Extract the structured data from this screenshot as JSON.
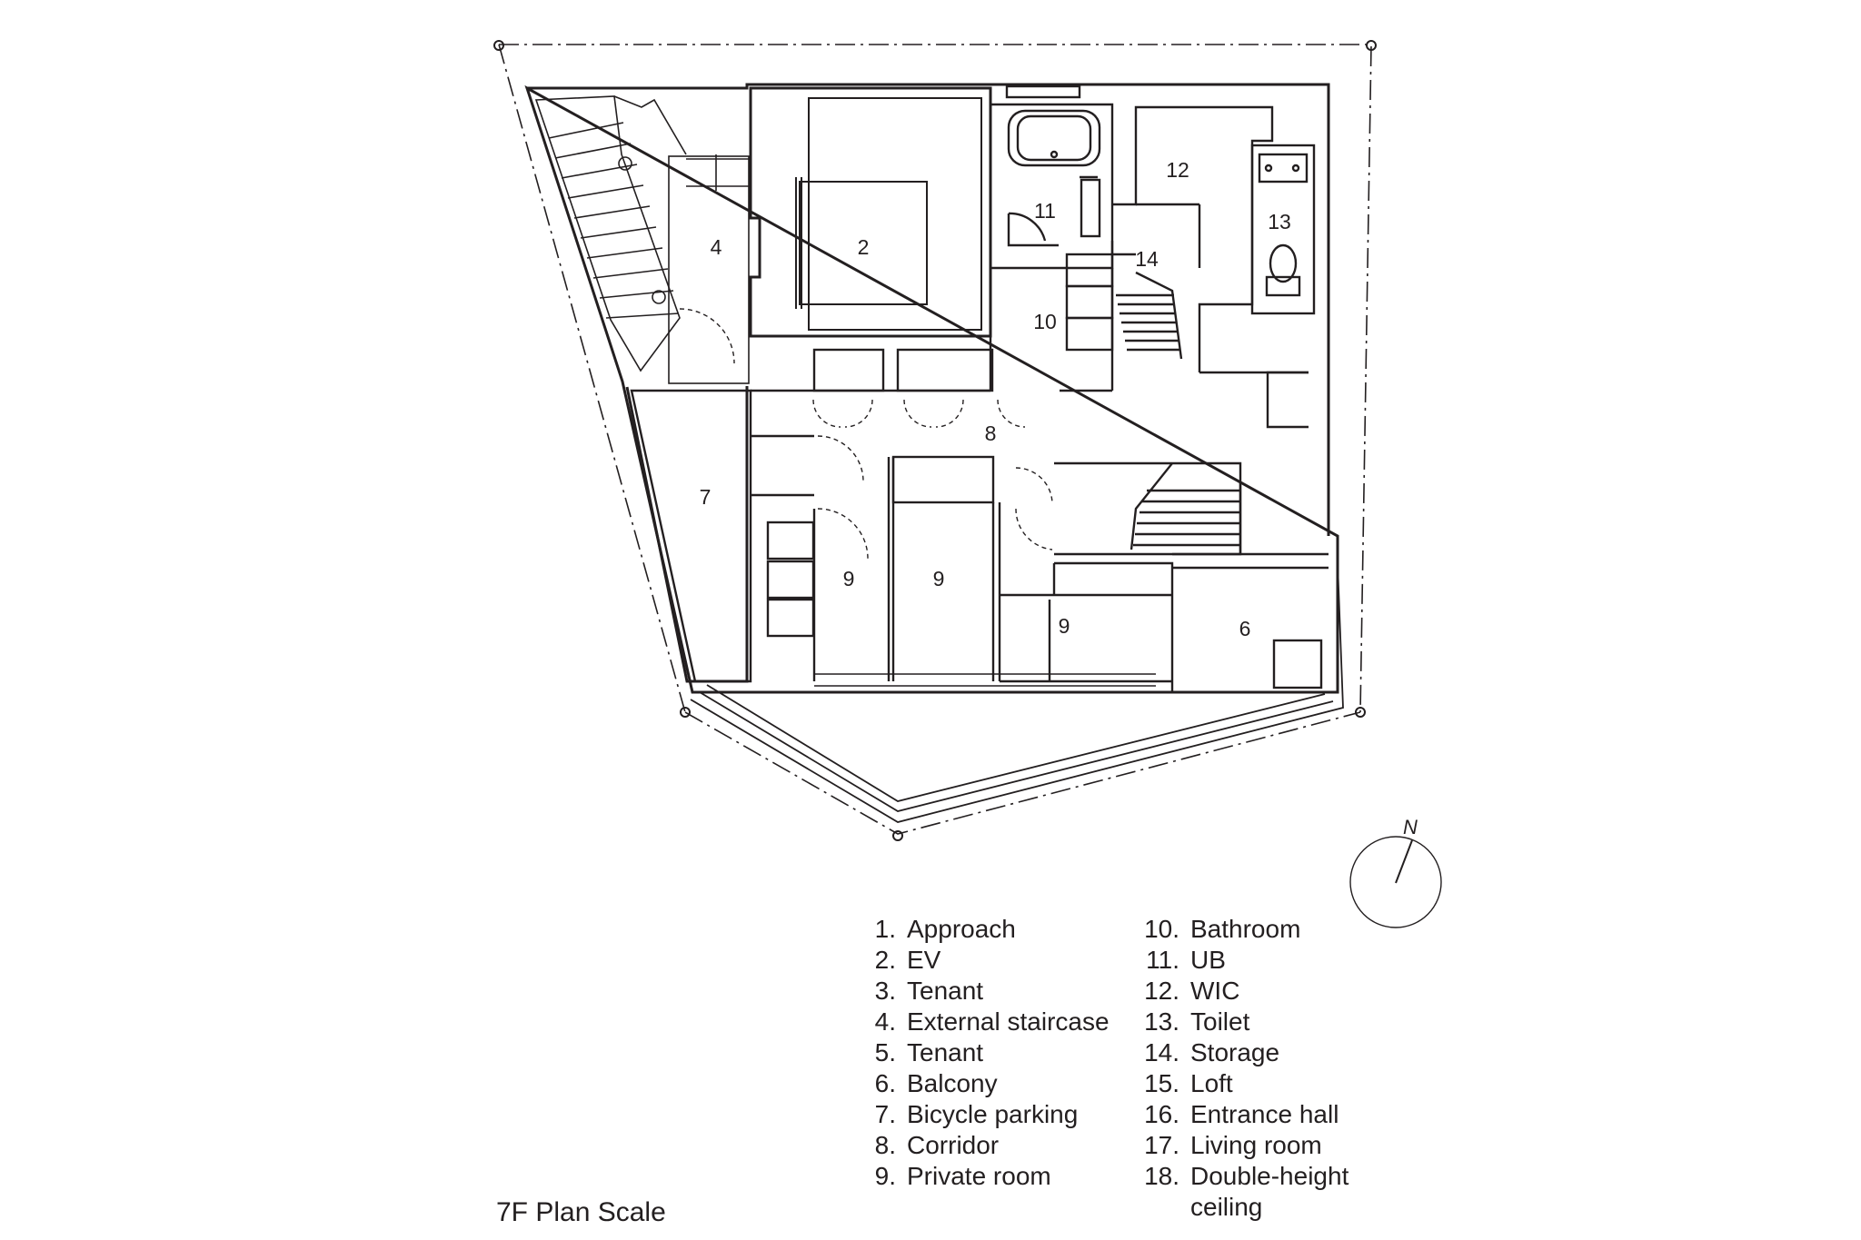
{
  "rooms": {
    "r2": "2",
    "r4": "4",
    "r6": "6",
    "r7": "7",
    "r8": "8",
    "r9": "9",
    "r10": "10",
    "r11": "11",
    "r12": "12",
    "r13": "13",
    "r14": "14"
  },
  "compass": {
    "north_label": "N"
  },
  "legend": {
    "col1": [
      {
        "num": "1.",
        "label": "Approach"
      },
      {
        "num": "2.",
        "label": "EV"
      },
      {
        "num": "3.",
        "label": "Tenant"
      },
      {
        "num": "4.",
        "label": "External staircase"
      },
      {
        "num": "5.",
        "label": "Tenant"
      },
      {
        "num": "6.",
        "label": "Balcony"
      },
      {
        "num": "7.",
        "label": "Bicycle parking"
      },
      {
        "num": "8.",
        "label": "Corridor"
      },
      {
        "num": "9.",
        "label": "Private room"
      }
    ],
    "col2": [
      {
        "num": "10.",
        "label": "Bathroom"
      },
      {
        "num": "11.",
        "label": "UB"
      },
      {
        "num": "12.",
        "label": "WIC"
      },
      {
        "num": "13.",
        "label": "Toilet"
      },
      {
        "num": "14.",
        "label": "Storage"
      },
      {
        "num": "15.",
        "label": "Loft"
      },
      {
        "num": "16.",
        "label": "Entrance hall"
      },
      {
        "num": "17.",
        "label": "Living room"
      },
      {
        "num": "18.",
        "label": "Double-height\nceiling"
      }
    ]
  },
  "caption": "7F Plan Scale",
  "colors": {
    "ink": "#231f20",
    "background": "#ffffff"
  }
}
